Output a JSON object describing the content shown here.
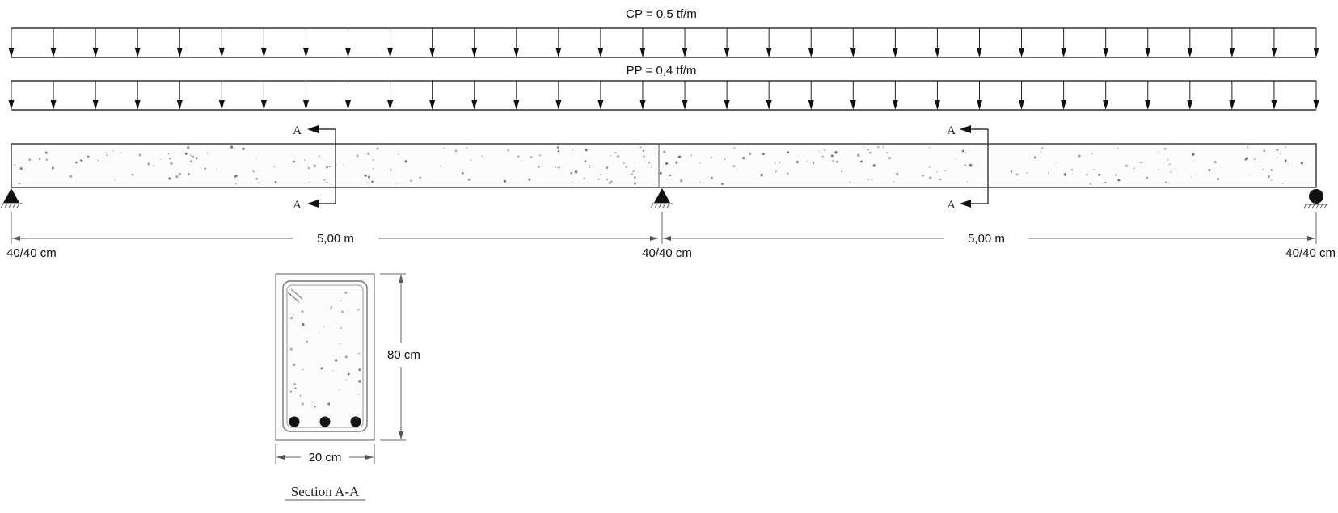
{
  "loads": {
    "cp": "CP = 0,5 tf/m",
    "pp": "PP = 0,4 tf/m"
  },
  "spans": {
    "left": "5,00 m",
    "right": "5,00 m"
  },
  "supports": {
    "left": "40/40 cm",
    "middle": "40/40 cm",
    "right": "40/40 cm"
  },
  "section_marks": {
    "letter": "A"
  },
  "section": {
    "height": "80 cm",
    "width": "20 cm",
    "title": "Section A-A"
  },
  "icons": {
    "pin_support": "triangle-pin-support-icon",
    "roller_support": "roller-support-icon",
    "rebar": "rebar-circle-icon"
  },
  "colors": {
    "line": "#333333",
    "concrete_speckle": "#888888",
    "background": "#ffffff"
  }
}
